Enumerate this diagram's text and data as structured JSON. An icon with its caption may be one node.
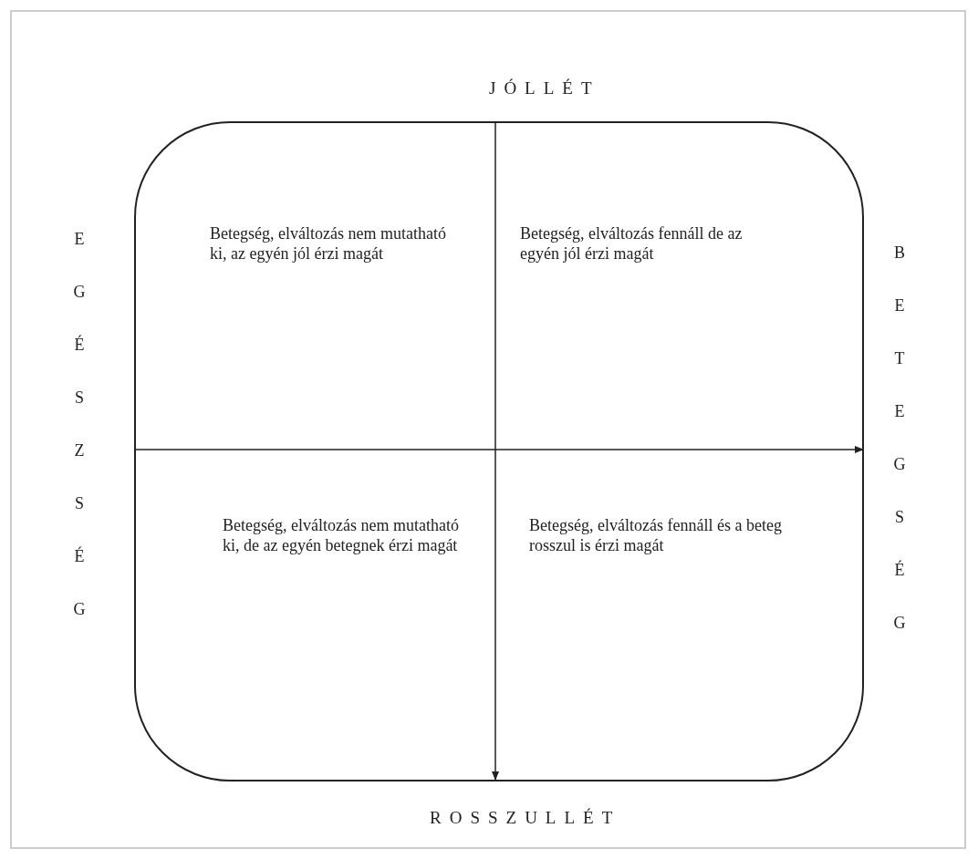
{
  "diagram": {
    "nodes": [
      {
        "text": [
          "Betegség, elváltozás nem mutatható ki, az egyén jól érzi magát",
          "Betegség, elváltozás fennáll de az egyén jól érzi magát",
          "Betegség, elváltozás nem mutatható ki, de az egyén betegnek érzi magát",
          "Betegség, elváltozás fennáll és a beteg rosszul is érzi magát"
        ]
      }
    ],
    "edges": [],
    "labels": [
      "JÓLLÉT",
      "EGÉSZSÉG",
      "BETEGSÉG",
      "ROSSZULLÉT"
    ]
  }
}
